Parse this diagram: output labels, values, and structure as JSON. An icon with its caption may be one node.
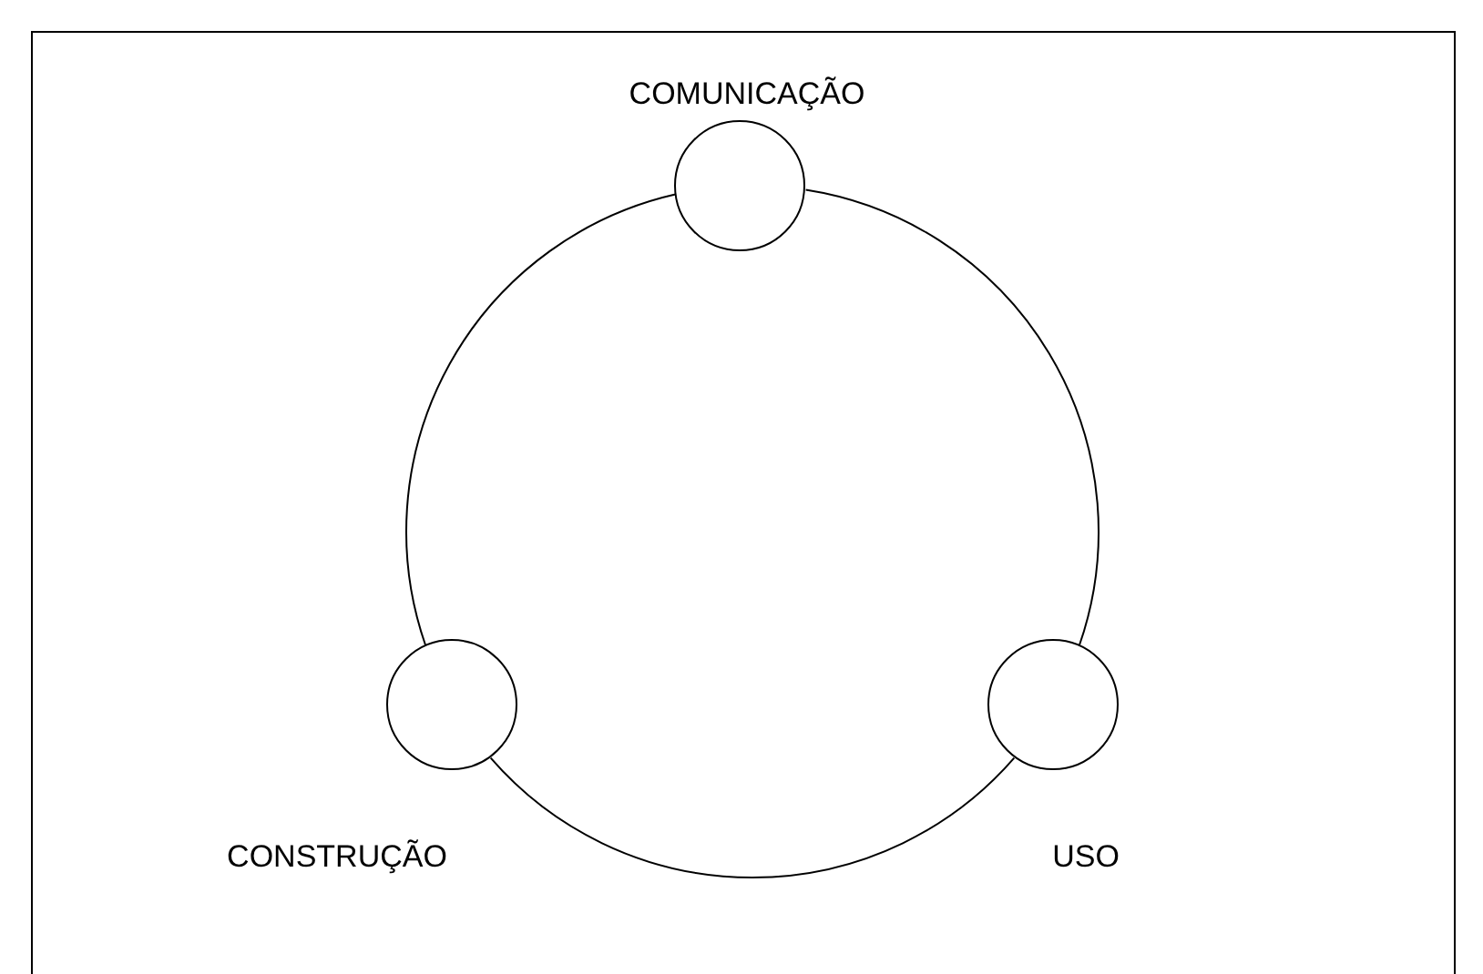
{
  "diagram": {
    "nodes": [
      {
        "text": [
          "COMUNICAÇÃO"
        ]
      },
      {
        "text": [
          "CONSTRUÇÃO"
        ]
      },
      {
        "text": [
          "USO"
        ]
      }
    ],
    "edges": [
      {
        "from": 0,
        "to": 2,
        "arrow": "none"
      },
      {
        "from": 2,
        "to": 1,
        "arrow": "none"
      },
      {
        "from": 1,
        "to": 0,
        "arrow": "none"
      }
    ]
  }
}
